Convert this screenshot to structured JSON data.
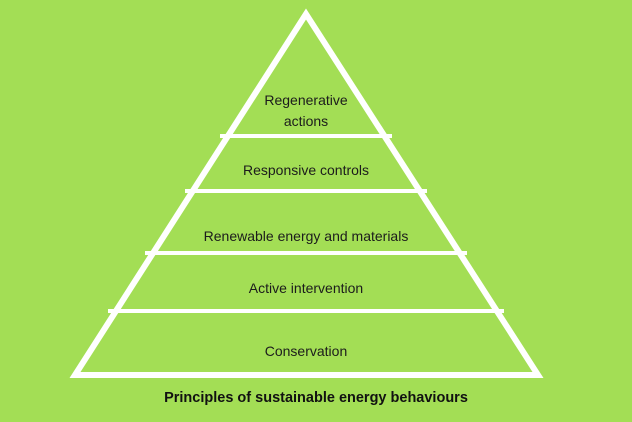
{
  "diagram": {
    "levels": [
      {
        "label_line1": "Regenerative",
        "label_line2": "actions"
      },
      {
        "label": "Responsive controls"
      },
      {
        "label": "Renewable energy and materials"
      },
      {
        "label": "Active intervention"
      },
      {
        "label": "Conservation"
      }
    ],
    "title": "Principles of sustainable energy behaviours",
    "colors": {
      "background": "#a3de55",
      "lines": "#ffffff",
      "text": "#1c1c1c"
    }
  }
}
